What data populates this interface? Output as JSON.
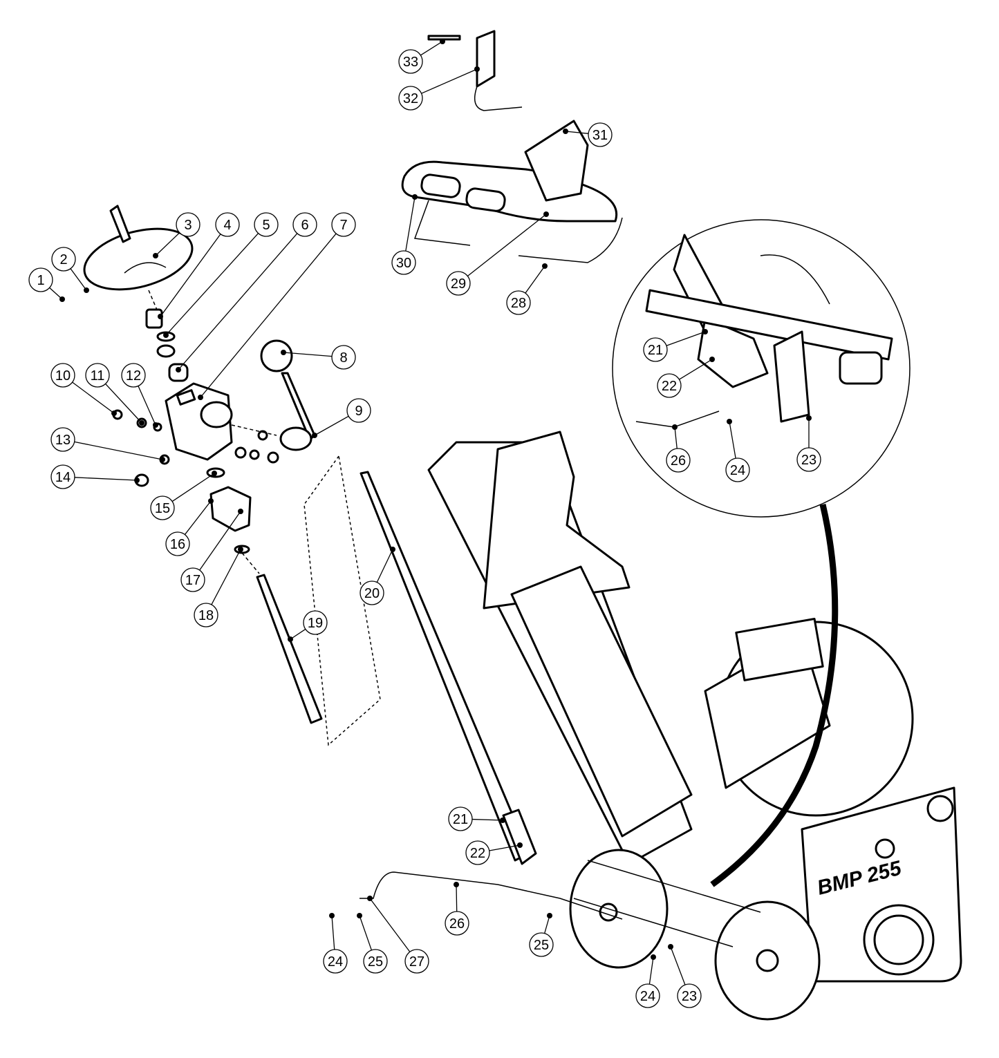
{
  "machine_logo": "BMP 255",
  "callouts": [
    {
      "label": "1"
    },
    {
      "label": "2"
    },
    {
      "label": "3"
    },
    {
      "label": "4"
    },
    {
      "label": "5"
    },
    {
      "label": "6"
    },
    {
      "label": "7"
    },
    {
      "label": "8"
    },
    {
      "label": "9"
    },
    {
      "label": "10"
    },
    {
      "label": "11"
    },
    {
      "label": "12"
    },
    {
      "label": "13"
    },
    {
      "label": "14"
    },
    {
      "label": "15"
    },
    {
      "label": "16"
    },
    {
      "label": "17"
    },
    {
      "label": "18"
    },
    {
      "label": "19"
    },
    {
      "label": "20"
    },
    {
      "label": "21"
    },
    {
      "label": "22"
    },
    {
      "label": "23"
    },
    {
      "label": "24"
    },
    {
      "label": "24"
    },
    {
      "label": "25"
    },
    {
      "label": "25"
    },
    {
      "label": "26"
    },
    {
      "label": "27"
    },
    {
      "label": "28"
    },
    {
      "label": "29"
    },
    {
      "label": "30"
    },
    {
      "label": "31"
    },
    {
      "label": "32"
    },
    {
      "label": "33"
    }
  ],
  "detail_callouts": [
    {
      "label": "21"
    },
    {
      "label": "22"
    },
    {
      "label": "26"
    },
    {
      "label": "24"
    },
    {
      "label": "23"
    }
  ]
}
